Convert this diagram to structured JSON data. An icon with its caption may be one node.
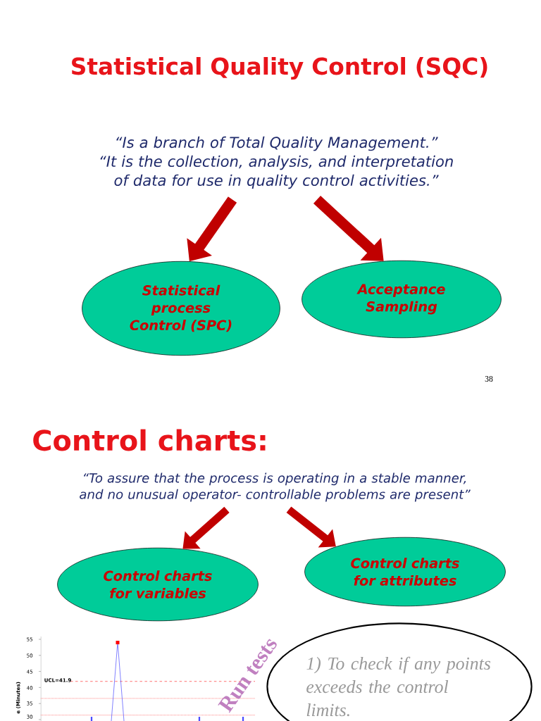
{
  "diagram": {
    "title": "Statistical Quality Control (SQC)",
    "nodes": [
      {
        "text": [
          "“Is a branch of Total Quality Management.”",
          "“It is the collection, analysis, and interpretation of data for use in quality control activities.”"
        ]
      },
      {
        "text": [
          "Statistical process Control (SPC)"
        ]
      },
      {
        "text": [
          "Acceptance Sampling"
        ]
      },
      {
        "text": [
          "“To assure that the process is operating in a stable manner, and no unusual operator- controllable problems are present”"
        ]
      },
      {
        "text": [
          "Control charts for variables"
        ]
      },
      {
        "text": [
          "Control charts for attributes"
        ]
      },
      {
        "text": [
          "1) To check if any points exceeds the control limits."
        ]
      }
    ],
    "edges": [
      {
        "from": 0,
        "to": 1,
        "arrow": "to"
      },
      {
        "from": 0,
        "to": 2,
        "arrow": "to"
      },
      {
        "from": 3,
        "to": 4,
        "arrow": "to"
      },
      {
        "from": 3,
        "to": 5,
        "arrow": "to"
      }
    ],
    "labels": [
      "38",
      "Control charts:",
      "55",
      "50",
      "45",
      "40",
      "35",
      "30",
      "UCL=41.9",
      "e (Minutes)",
      "Run tests"
    ]
  }
}
